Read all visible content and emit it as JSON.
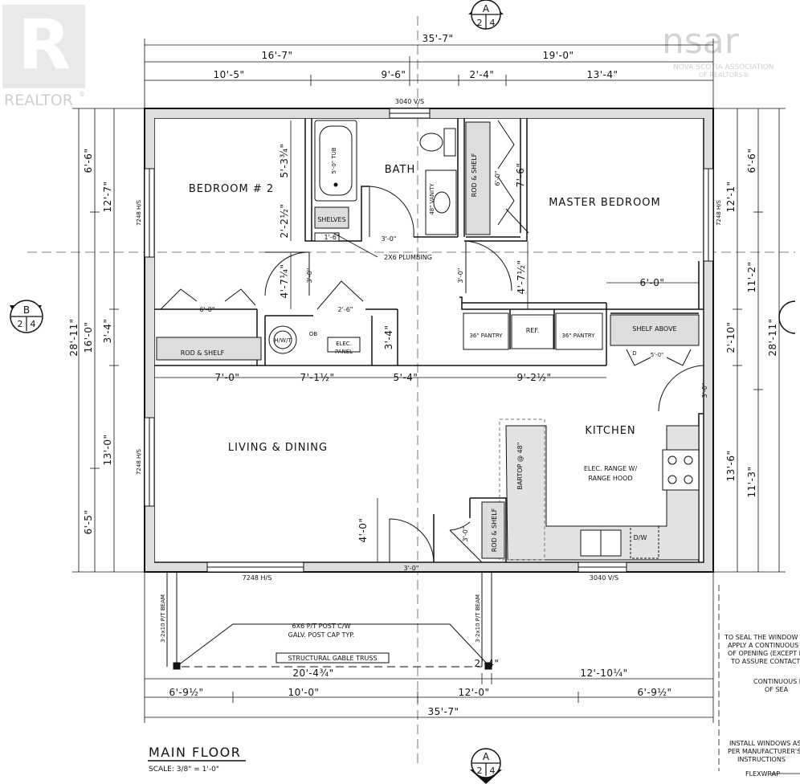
{
  "branding": {
    "realtor_text": "REALTOR",
    "realtor_mark": "®",
    "nsar_text": "nsar",
    "nsar_line1": "NOVA SCOTIA ASSOCIATION",
    "nsar_line2": "OF REALTORS®"
  },
  "sections": {
    "a_top": {
      "letter": "A",
      "left": "2",
      "right": "4"
    },
    "a_bottom": {
      "letter": "A",
      "left": "2",
      "right": "4"
    },
    "b_left": {
      "letter": "B",
      "left": "2",
      "right": "4"
    }
  },
  "top_dimensions": {
    "overall": "35'-7\"",
    "left_half": "16'-7\"",
    "right_half": "19'-0\"",
    "seg1": "10'-5\"",
    "seg2": "9'-6\"",
    "seg3": "2'-4\"",
    "seg4": "13'-4\""
  },
  "bottom_dimensions": {
    "porch_left": "20'-4¾\"",
    "porch_mid": "2'-4\"",
    "porch_right": "12'-10¼\"",
    "seg1": "6'-9½\"",
    "seg2": "10'-0\"",
    "seg3": "12'-0\"",
    "seg4": "6'-9½\"",
    "overall": "35'-7\""
  },
  "left_dimensions": {
    "outer": "28'-11\"",
    "d1": "6'-6\"",
    "d2": "16'-0\"",
    "d3": "6'-5\"",
    "e1": "12'-7\"",
    "e2": "3'-4\"",
    "e3": "13'-0\""
  },
  "right_dimensions": {
    "outer": "28'-11\"",
    "d1": "6'-6\"",
    "d2": "11'-2\"",
    "d3": "11'-3\"",
    "e1": "12'-1\"",
    "e2": "2'-10\"",
    "e3": "13'-6\""
  },
  "rooms": {
    "bedroom2": "BEDROOM # 2",
    "bath": "BATH",
    "master": "MASTER BEDROOM",
    "kitchen": "KITCHEN",
    "living": "LIVING & DINING"
  },
  "labels": {
    "window_top": "3040 V/S",
    "window_bottom_left": "7248 H/S",
    "window_bottom_right": "3040 V/S",
    "window_left_upper": "7248 H/S",
    "window_left_lower": "7248 H/S",
    "window_right_upper": "7248 H/S",
    "tub": "5'-0\" TUB",
    "vanity": "48\" VANITY",
    "shelves": "SHELVES",
    "rod_shelf_bath": "ROD & SHELF",
    "rod_shelf_bed2": "ROD & SHELF",
    "rod_shelf_entry": "ROD & SHELF",
    "plumbing": "2X6 PLUMBING",
    "hwt": "H/W/T",
    "elec_panel_1": "ELEC.",
    "elec_panel_2": "PANEL",
    "pantry1": "36\" PANTRY",
    "ref": "REF.",
    "pantry2": "36\" PANTRY",
    "shelf_above": "SHELF ABOVE",
    "bartop": "BARTOP @ 48\"",
    "range1": "ELEC. RANGE W/",
    "range2": "RANGE HOOD",
    "dw": "D/W",
    "ob": "OB",
    "d_label": "D"
  },
  "interior_dimensions": {
    "bath_h": "5'-3¾\"",
    "shelves_h": "2'-2½\"",
    "shelves_w": "1'-6\"",
    "bath_door": "3'-0\"",
    "closet_h": "7'-6\"",
    "closet_w": "6'-0\"",
    "hall_h": "4'-7¼\"",
    "hall_door": "3'-0\"",
    "bed2_door": "3'-0\"",
    "master_h": "4'-7½\"",
    "closet2_w": "6'-0\"",
    "hwt_w": "2'-6\"",
    "mech_h": "3'-4\"",
    "shelf_w": "6'-0\"",
    "laundry_w": "5'-0\"",
    "row1": "7'-0\"",
    "row2": "7'-1½\"",
    "row3": "5'-4\"",
    "row4": "9'-2½\"",
    "living_h": "4'-0\"",
    "entry_door": "3'-0\"",
    "closet_door": "3'-0\"",
    "side_door": "3'-0\""
  },
  "porch": {
    "beam_left": "3-2x10 P/T BEAM",
    "beam_right": "3-2x10 P/T BEAM",
    "post1": "6X6 P/T POST C/W",
    "post2": "GALV. POST CAP TYP.",
    "truss": "STRUCTURAL GABLE TRUSS"
  },
  "title": {
    "main": "MAIN FLOOR",
    "scale": "SCALE: 3/8\" = 1'-0\""
  },
  "notes": {
    "n1": "TO SEAL THE WINDOW F",
    "n2": "APPLY A CONTINUOUS S",
    "n3": "OF OPENING (EXCEPT B",
    "n4": "TO ASSURE CONTACT",
    "n5": "CONTINUOUS B",
    "n6": "OF SEA",
    "n7": "INSTALL WINDOWS AS",
    "n8": "PER MANUFACTURER'S",
    "n9": "INSTRUCTIONS",
    "n10": "FLEXWRAP"
  }
}
